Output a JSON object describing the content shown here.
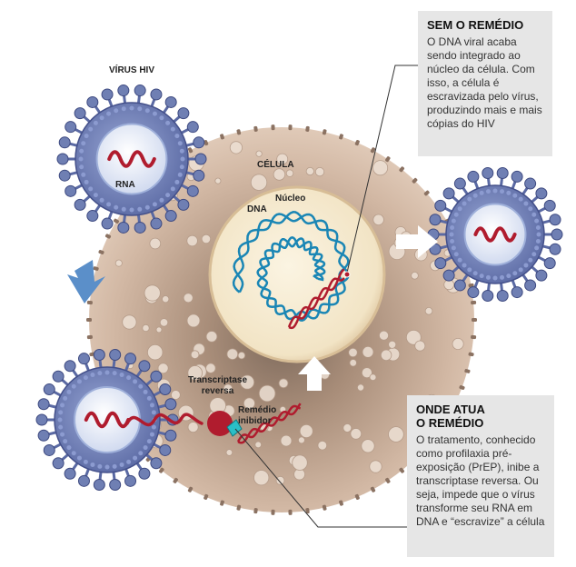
{
  "labels": {
    "virus": "VÍRUS HIV",
    "rna": "RNA",
    "cell": "CÉLULA",
    "nucleus": "Núcleo",
    "dna": "DNA",
    "transcriptase_line1": "Transcriptase",
    "transcriptase_line2": "reversa",
    "inhibitor_line1": "Remédio",
    "inhibitor_line2": "inibidor"
  },
  "box_without": {
    "title": "SEM O REMÉDIO",
    "text": "O DNA viral acaba sendo integrado ao núcleo da célula. Com isso, a célula é escravizada pelo vírus, produzindo mais e mais cópias do HIV"
  },
  "box_where": {
    "title_line1": "ONDE ATUA",
    "title_line2": "O REMÉDIO",
    "text": "O tratamento, conhecido como profilaxia pré-exposição (PrEP), inibe a transcriptase reversa. Ou seja, impede que o vírus transforme seu RNA em DNA e “escravize” a célula"
  },
  "colors": {
    "dna_blue": "#1a86b5",
    "dna_red": "#b01c2e",
    "virus_blue": "#6f7fb3",
    "cell": "#c8ab95",
    "nucleus": "#f4e9cf",
    "arrow_blue": "#5b8fc9",
    "inhibitor": "#2bbfc7"
  }
}
